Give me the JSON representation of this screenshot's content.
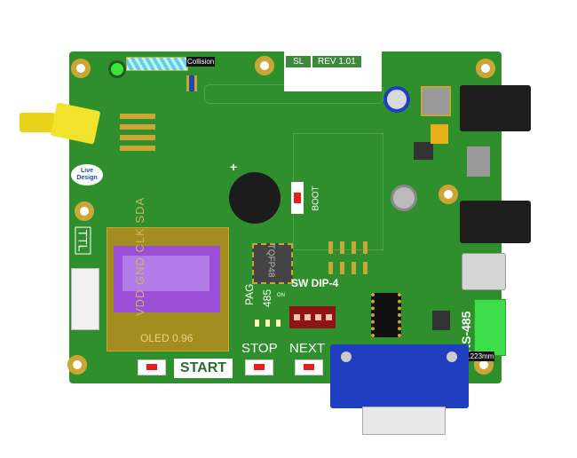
{
  "board": {
    "label_sl": "SL",
    "label_rev": "REV 1.01",
    "collision_tag": "Collision",
    "logo_text": "Live Design",
    "ttl_label": "TTL",
    "boot_label": "BOOT",
    "mcu_label": "TQFP48",
    "dip_label": "SW DIP-4",
    "dip_on": "ON",
    "pag_label": "PAG",
    "rs485_small": "485",
    "oled_pins": "VDD GND CLK SDA",
    "oled_label": "OLED 0.96",
    "start_label": "START",
    "stop_label": "STOP",
    "next_label": "NEXT",
    "rs485_label": "RS-485",
    "measure_tag": "0.223mm",
    "buzzer_plus": "+"
  },
  "colors": {
    "board": "#2f8f2c",
    "gold": "#c9a635",
    "vga": "#1f3fc0",
    "oled_screen": "#9b4fd6"
  }
}
